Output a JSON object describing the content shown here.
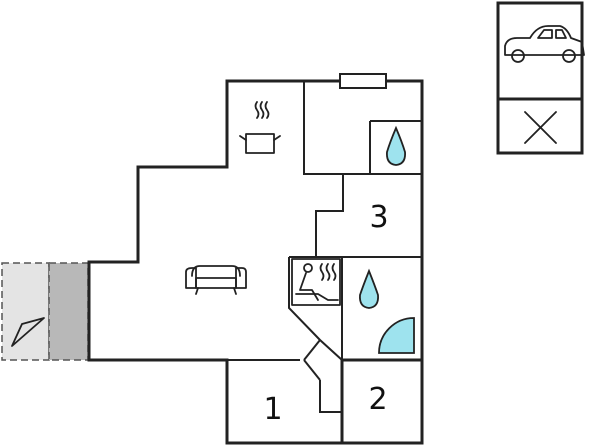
{
  "rooms": [
    {
      "number": "3"
    },
    {
      "number": "1"
    },
    {
      "number": "2"
    }
  ],
  "icons": {
    "parking": "car-icon",
    "parking_unavailable": "cross-icon",
    "kitchen": "cooking-pot-icon",
    "living": "sofa-icon",
    "sauna": "sauna-icon",
    "water": "water-drop-icon",
    "shower": "quarter-circle-shower-icon",
    "terrace": "terrace-icon"
  },
  "colors": {
    "wall": "#222222",
    "water": "#9ee3ee",
    "terrace_light": "#e4e4e4",
    "terrace_dark": "#b8b8b8"
  }
}
